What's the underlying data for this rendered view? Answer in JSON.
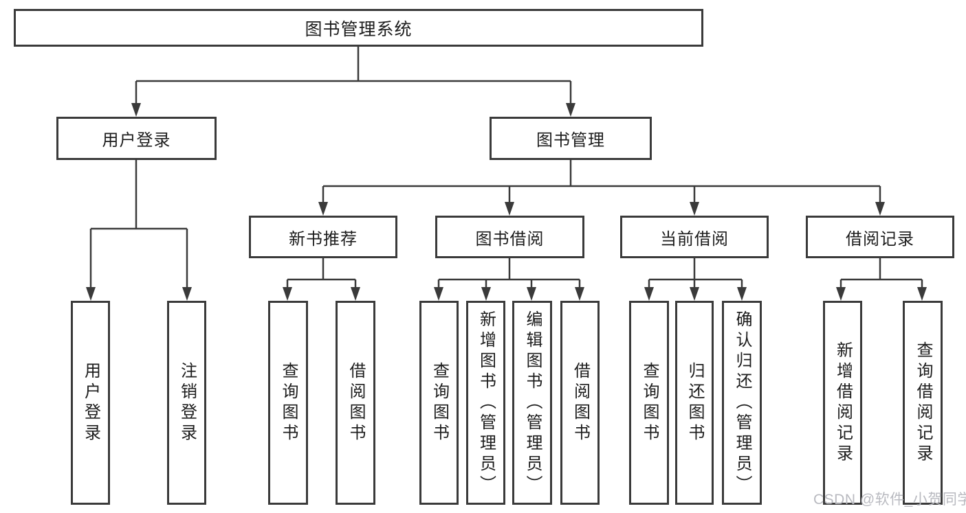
{
  "tree": {
    "label": "图书管理系统",
    "children": [
      {
        "label": "用户登录",
        "children": [
          {
            "label": "用户登录"
          },
          {
            "label": "注销登录"
          }
        ]
      },
      {
        "label": "图书管理",
        "children": [
          {
            "label": "新书推荐",
            "children": [
              {
                "label": "查询图书"
              },
              {
                "label": "借阅图书"
              }
            ]
          },
          {
            "label": "图书借阅",
            "children": [
              {
                "label": "查询图书"
              },
              {
                "label": "新增图书（管理员）"
              },
              {
                "label": "编辑图书（管理员）"
              },
              {
                "label": "借阅图书"
              }
            ]
          },
          {
            "label": "当前借阅",
            "children": [
              {
                "label": "查询图书"
              },
              {
                "label": "归还图书"
              },
              {
                "label": "确认归还（管理员）"
              }
            ]
          },
          {
            "label": "借阅记录",
            "children": [
              {
                "label": "新增借阅记录"
              },
              {
                "label": "查询借阅记录"
              }
            ]
          }
        ]
      }
    ]
  },
  "watermark": "CSDN @软件_小贺同学",
  "colors": {
    "line": "#3a3a3a",
    "box_border": "#3a3a3a",
    "box_fill": "#ffffff",
    "text": "#1c1c1c",
    "background": "#ffffff",
    "watermark": "#b9bac0"
  }
}
